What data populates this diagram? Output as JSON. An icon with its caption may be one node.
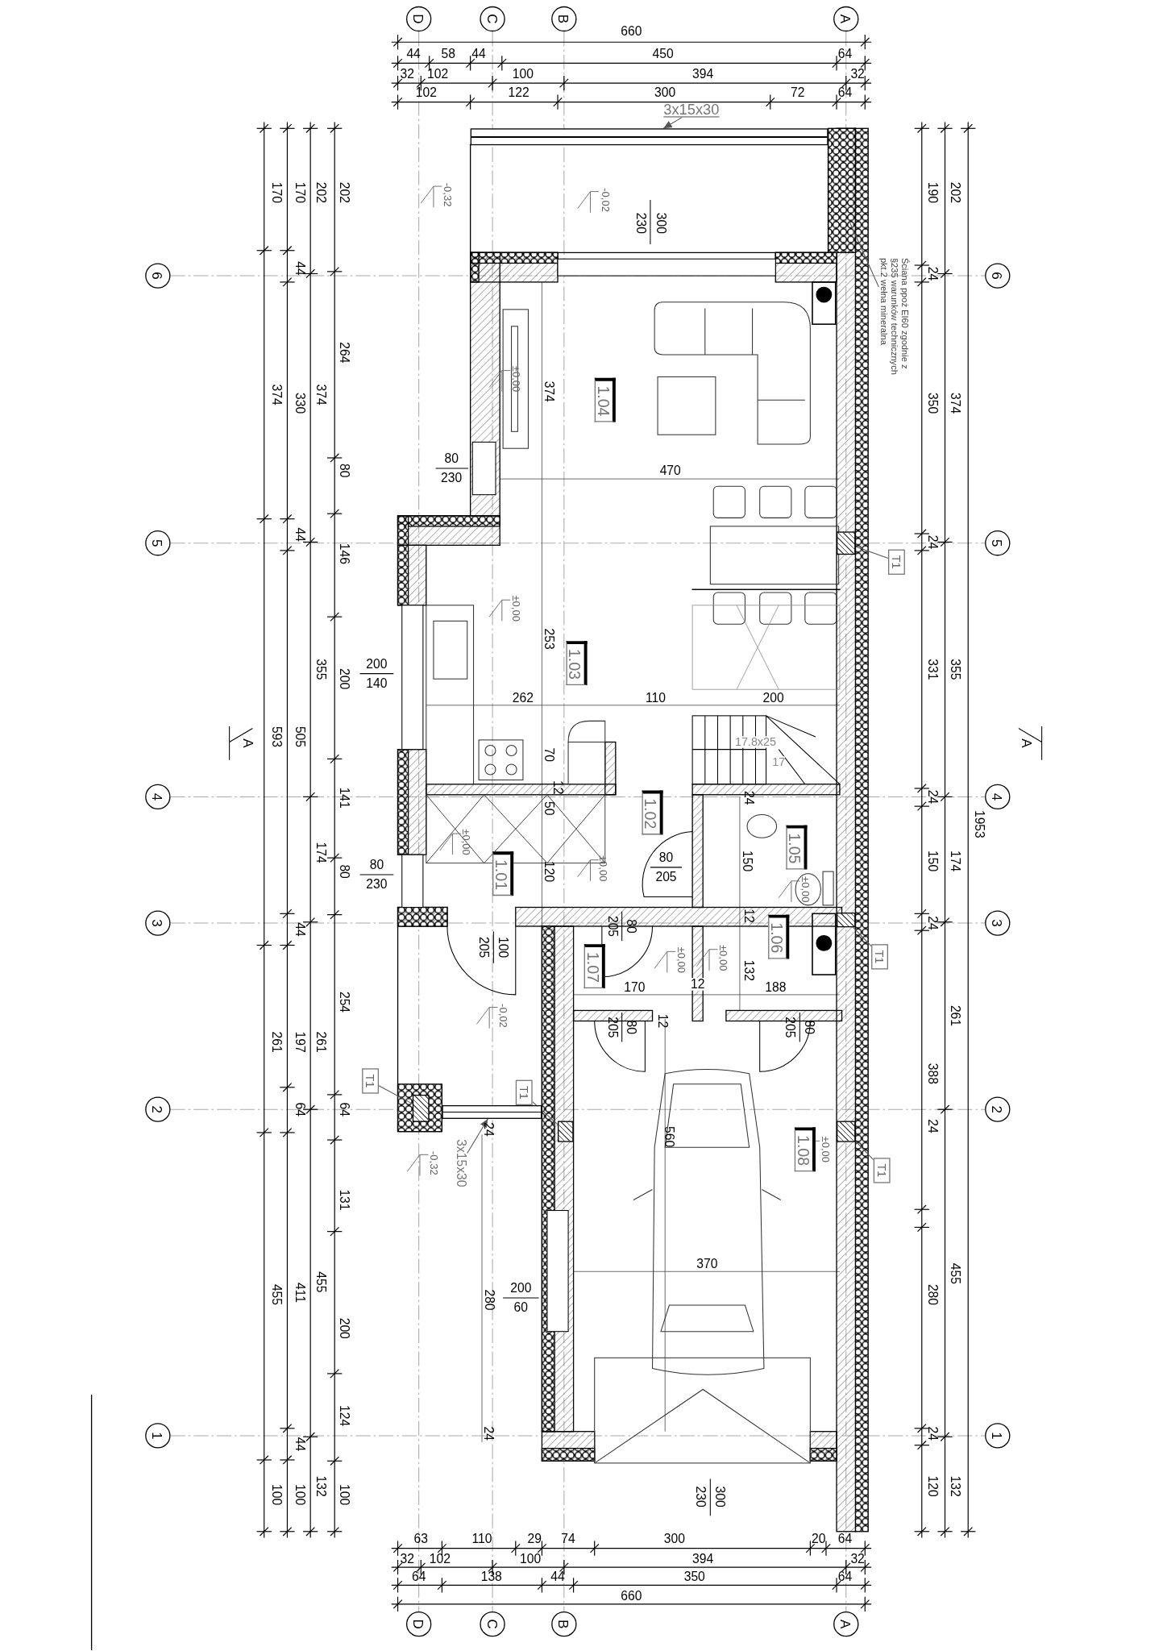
{
  "diagram": {
    "nodes": [
      {
        "text": [
          "D"
        ]
      },
      {
        "text": [
          "C"
        ]
      },
      {
        "text": [
          "B"
        ]
      },
      {
        "text": [
          "A"
        ]
      },
      {
        "text": [
          "3x15x30"
        ]
      },
      {
        "text": [
          "Ściana ppoż EI60 zgodnie z §235 warunków technicznych pkt.2 wełna mineralna"
        ]
      },
      {
        "text": [
          "6"
        ]
      },
      {
        "text": [
          "6"
        ]
      },
      {
        "text": [
          "1.04"
        ]
      },
      {
        "text": [
          "5"
        ]
      },
      {
        "text": [
          "5"
        ]
      },
      {
        "text": [
          "T1"
        ]
      },
      {
        "text": [
          "1.03"
        ]
      },
      {
        "text": [
          "4"
        ]
      },
      {
        "text": [
          "4"
        ]
      },
      {
        "text": [
          "1.02"
        ]
      },
      {
        "text": [
          "1.05"
        ]
      },
      {
        "text": [
          "1.01"
        ]
      },
      {
        "text": [
          "3"
        ]
      },
      {
        "text": [
          "3"
        ]
      },
      {
        "text": [
          "1.07"
        ]
      },
      {
        "text": [
          "1.06"
        ]
      },
      {
        "text": [
          "T1"
        ]
      },
      {
        "text": [
          "T1"
        ]
      },
      {
        "text": [
          "2"
        ]
      },
      {
        "text": [
          "2"
        ]
      },
      {
        "text": [
          "T1"
        ]
      },
      {
        "text": [
          "3x15x30"
        ]
      },
      {
        "text": [
          "1.08"
        ]
      },
      {
        "text": [
          "T1"
        ]
      },
      {
        "text": [
          "1"
        ]
      },
      {
        "text": [
          "1"
        ]
      },
      {
        "text": [
          "D"
        ]
      },
      {
        "text": [
          "C"
        ]
      },
      {
        "text": [
          "B"
        ]
      },
      {
        "text": [
          "A"
        ]
      },
      {
        "text": [],
        "shape": "box"
      },
      {
        "text": [],
        "shape": "box"
      },
      {
        "text": [],
        "shape": "box"
      },
      {
        "text": [],
        "shape": "box"
      },
      {
        "text": [],
        "shape": "box"
      },
      {
        "text": [],
        "shape": "box"
      },
      {
        "text": [],
        "shape": "box"
      }
    ],
    "edges": [
      {
        "from": 4,
        "to": 41,
        "arrow": "to"
      },
      {
        "from": 5,
        "to": null,
        "arrow": "none"
      },
      {
        "from": 11,
        "to": 36,
        "arrow": "none"
      },
      {
        "from": 22,
        "to": 37,
        "arrow": "none"
      },
      {
        "from": 23,
        "to": 38,
        "arrow": "none"
      },
      {
        "from": 26,
        "to": 39,
        "arrow": "none"
      },
      {
        "from": 27,
        "to": 42,
        "arrow": "to"
      },
      {
        "from": 29,
        "to": 40,
        "arrow": "none"
      }
    ],
    "labels": [
      "660",
      "44",
      "58",
      "44",
      "450",
      "64",
      "32",
      "102",
      "100",
      "394",
      "32",
      "102",
      "122",
      "300",
      "72",
      "64",
      "170",
      "374",
      "593",
      "261",
      "455",
      "100",
      "170",
      "44",
      "330",
      "44",
      "505",
      "44",
      "197",
      "64",
      "411",
      "44",
      "100",
      "202",
      "374",
      "355",
      "174",
      "261",
      "455",
      "132",
      "202",
      "264",
      "80",
      "146",
      "200",
      "141",
      "80",
      "254",
      "64",
      "131",
      "200",
      "124",
      "100",
      "A",
      "190",
      "24",
      "350",
      "24",
      "331",
      "24",
      "150",
      "24",
      "388",
      "24",
      "280",
      "24",
      "120",
      "202",
      "374",
      "355",
      "174",
      "261",
      "455",
      "132",
      "1953",
      "A",
      "-0,32",
      "-0,02",
      "230",
      "300",
      "±0,00",
      "374",
      "80",
      "230",
      "470",
      "±0,00",
      "253",
      "200",
      "140",
      "262",
      "110",
      "200",
      "17.8x25",
      "17",
      "70",
      "12",
      "50",
      "24",
      "±0,00",
      "80",
      "230",
      "120",
      "±0,00",
      "80",
      "205",
      "150",
      "±0,00",
      "205",
      "80",
      "12",
      "205",
      "100",
      "±0,00",
      "±0,00",
      "132",
      "170",
      "12",
      "188",
      "-0,02",
      "12",
      "205",
      "80",
      "205",
      "80",
      "24",
      "560",
      "-0,32",
      "±0,00",
      "370",
      "200",
      "60",
      "280",
      "24",
      "230",
      "300",
      "63",
      "110",
      "29",
      "74",
      "300",
      "20",
      "64",
      "32",
      "102",
      "100",
      "394",
      "32",
      "64",
      "138",
      "44",
      "350",
      "64",
      "660"
    ]
  }
}
